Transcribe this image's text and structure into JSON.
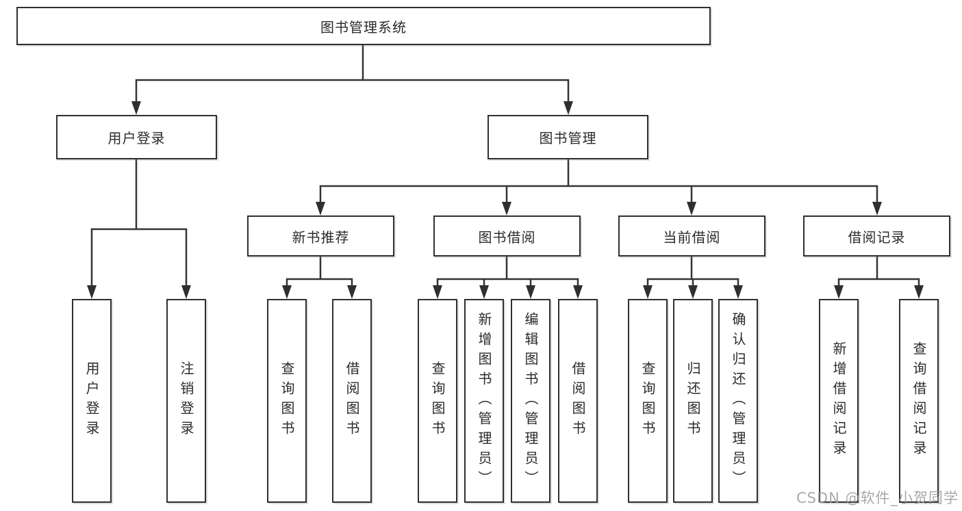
{
  "tree": {
    "label": "图书管理系统",
    "children": [
      {
        "label": "用户登录",
        "children": [
          {
            "label": "用户登录"
          },
          {
            "label": "注销登录"
          }
        ]
      },
      {
        "label": "图书管理",
        "children": [
          {
            "label": "新书推荐",
            "children": [
              {
                "label": "查询图书"
              },
              {
                "label": "借阅图书"
              }
            ]
          },
          {
            "label": "图书借阅",
            "children": [
              {
                "label": "查询图书"
              },
              {
                "label": "新增图书（管理员）"
              },
              {
                "label": "编辑图书（管理员）"
              },
              {
                "label": "借阅图书"
              }
            ]
          },
          {
            "label": "当前借阅",
            "children": [
              {
                "label": "查询图书"
              },
              {
                "label": "归还图书"
              },
              {
                "label": "确认归还（管理员）"
              }
            ]
          },
          {
            "label": "借阅记录",
            "children": [
              {
                "label": "新增借阅记录"
              },
              {
                "label": "查询借阅记录"
              }
            ]
          }
        ]
      }
    ]
  },
  "watermark": {
    "text": "CSDN @软件_小贺同学"
  },
  "colors": {
    "line": "#333333",
    "border": "#2f2f2f",
    "text": "#2b2b2b",
    "watermark": "#9a9a9a",
    "background": "#ffffff"
  }
}
